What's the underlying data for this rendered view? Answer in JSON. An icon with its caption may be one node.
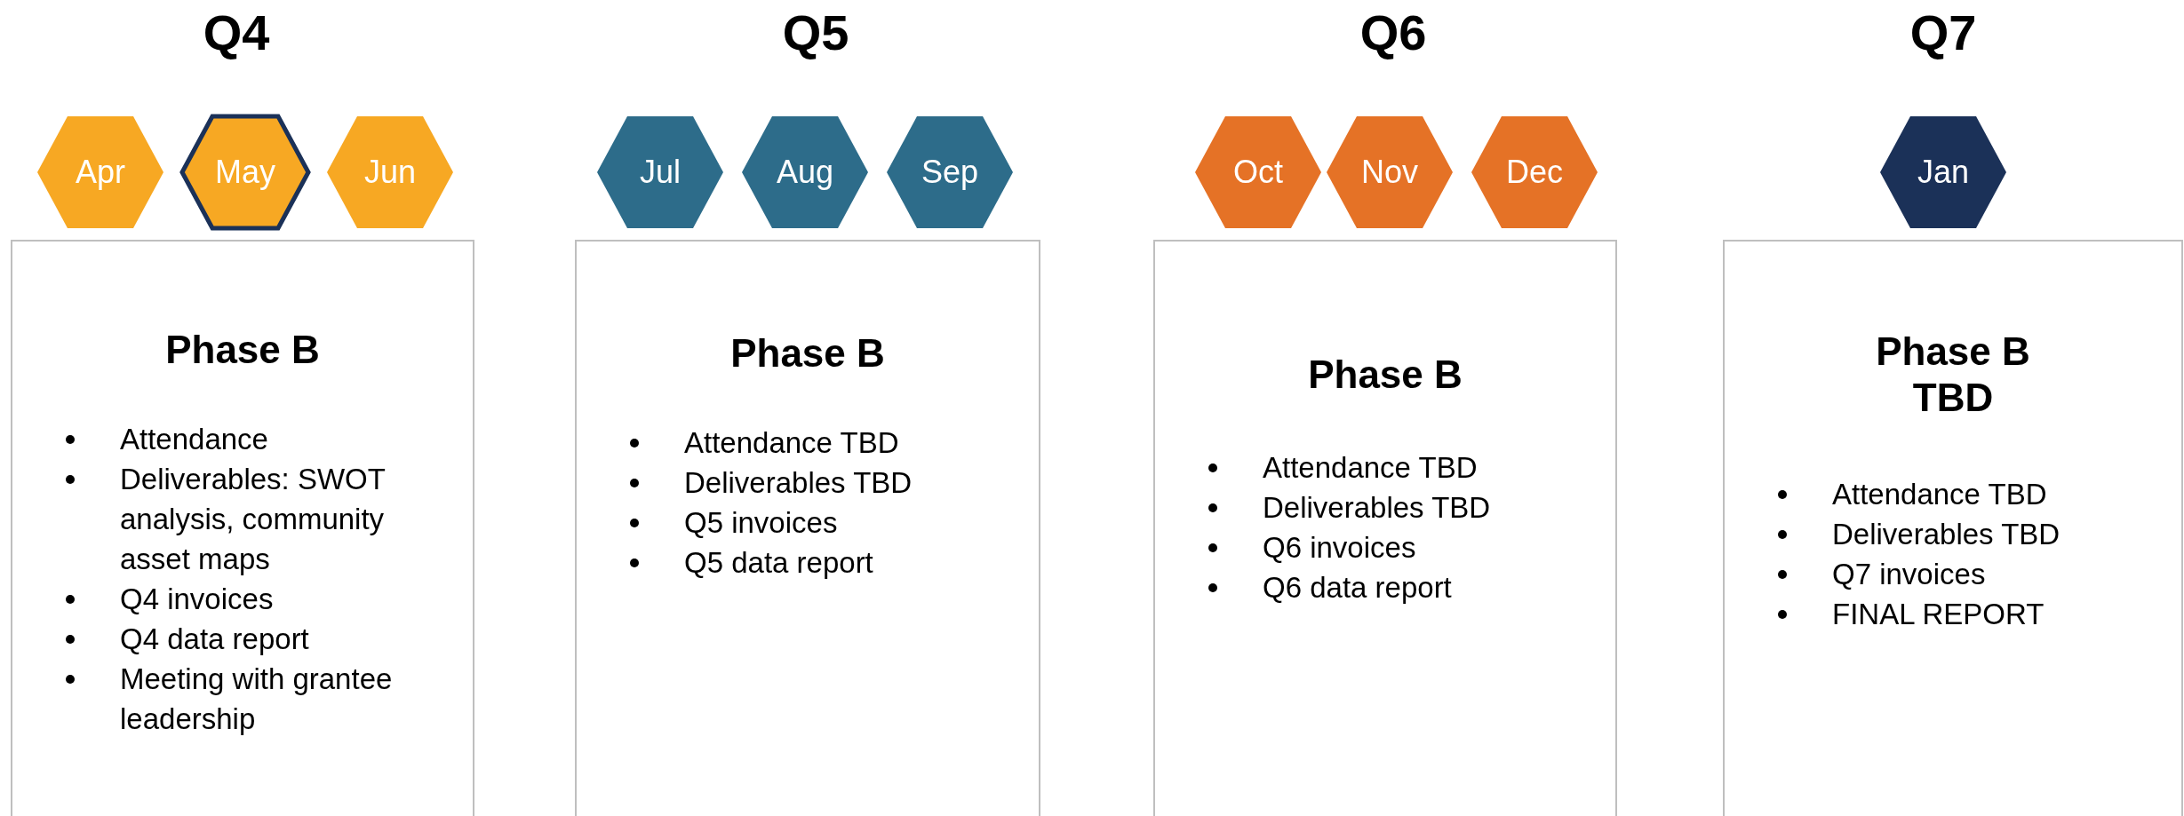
{
  "diagram": {
    "nodes": [
      {
        "text": [
          "Apr"
        ]
      },
      {
        "text": [
          "May"
        ]
      },
      {
        "text": [
          "Jun"
        ]
      },
      {
        "text": [
          "Jul"
        ]
      },
      {
        "text": [
          "Aug"
        ]
      },
      {
        "text": [
          "Sep"
        ]
      },
      {
        "text": [
          "Oct"
        ]
      },
      {
        "text": [
          "Nov"
        ]
      },
      {
        "text": [
          "Dec"
        ]
      },
      {
        "text": [
          "Jan"
        ]
      },
      {
        "text": [
          "Phase B",
          "Attendance",
          "Deliverables: SWOT analysis, community asset maps",
          "Q4 invoices",
          "Q4 data report",
          "Meeting with grantee leadership"
        ]
      },
      {
        "text": [
          "Phase B",
          "Attendance TBD",
          "Deliverables TBD",
          "Q5 invoices",
          "Q5 data report"
        ]
      },
      {
        "text": [
          "Phase B",
          "Attendance TBD",
          "Deliverables TBD",
          "Q6 invoices",
          "Q6 data report"
        ]
      },
      {
        "text": [
          "Phase B TBD",
          "Attendance TBD",
          "Deliverables TBD",
          "Q7 invoices",
          "FINAL REPORT"
        ]
      }
    ],
    "labels": [
      "Q4",
      "Q5",
      "Q6",
      "Q7"
    ]
  }
}
